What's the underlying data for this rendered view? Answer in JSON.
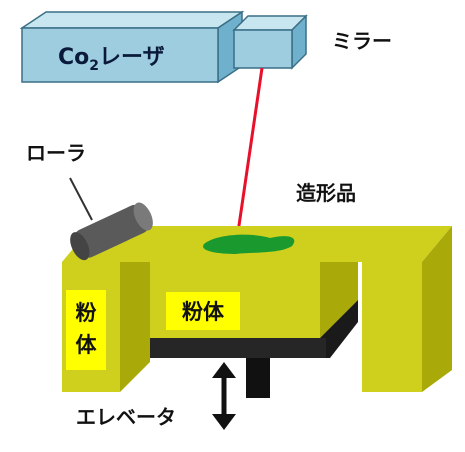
{
  "labels": {
    "laser_prefix": "Co",
    "laser_sub": "2",
    "laser_suffix": "レーザ",
    "mirror": "ミラー",
    "roller": "ローラ",
    "part": "造形品",
    "powder_left_line1": "粉",
    "powder_left_line2": "体",
    "powder_center": "粉体",
    "elevator": "エレベータ"
  },
  "colors": {
    "laser_body": "#9ecde0",
    "mirror_body": "#9ecde0",
    "laser_beam": "#e8102a",
    "powder": "#cfcf1e",
    "powder_dark": "#a9a90a",
    "label_box": "#ffff00",
    "part": "#1a9a2e",
    "roller": "#555555",
    "platform": "#1a1a1a",
    "shaft": "#111111"
  }
}
